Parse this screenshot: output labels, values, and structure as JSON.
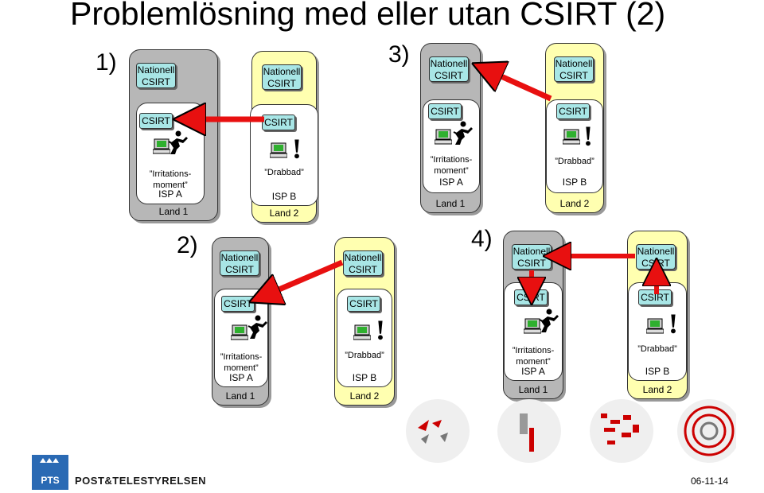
{
  "title": "Problemlösning med eller utan CSIRT (2)",
  "colors": {
    "land_gray": "#b7b7b7",
    "land_yellow": "#ffffb0",
    "csirt_box": "#a8e6e6",
    "arrow": "#e81010"
  },
  "scenarios": [
    {
      "number": "1)",
      "land1": {
        "national": "Nationell\nCSIRT",
        "csirt": "CSIRT",
        "desc": "”Irritations-\nmoment”",
        "isp": "ISP A",
        "land": "Land 1"
      },
      "land2": {
        "national": "Nationell\nCSIRT",
        "csirt": "CSIRT",
        "desc": "”Drabbad”",
        "isp": "ISP B",
        "land": "Land 2"
      }
    },
    {
      "number": "2)",
      "land1": {
        "national": "Nationell\nCSIRT",
        "csirt": "CSIRT",
        "desc": "”Irritations-\nmoment”",
        "isp": "ISP A",
        "land": "Land 1"
      },
      "land2": {
        "national": "Nationell\nCSIRT",
        "csirt": "CSIRT",
        "desc": "”Drabbad”",
        "isp": "ISP B",
        "land": "Land 2"
      }
    },
    {
      "number": "3)",
      "land1": {
        "national": "Nationell\nCSIRT",
        "csirt": "CSIRT",
        "desc": "”Irritations-\nmoment”",
        "isp": "ISP A",
        "land": "Land 1"
      },
      "land2": {
        "national": "Nationell\nCSIRT",
        "csirt": "CSIRT",
        "desc": "”Drabbad”",
        "isp": "ISP B",
        "land": "Land 2"
      }
    },
    {
      "number": "4)",
      "land1": {
        "national": "Nationell\nCSIRT",
        "csirt": "CSIRT",
        "desc": "”Irritations-\nmoment”",
        "isp": "ISP A",
        "land": "Land 1"
      },
      "land2": {
        "national": "Nationell\nCSIRT",
        "csirt": "CSIRT",
        "desc": "”Drabbad”",
        "isp": "ISP B",
        "land": "Land 2"
      }
    }
  ],
  "footer": {
    "org": "POST&TELESTYRELSEN",
    "logo": "PTS",
    "date": "06-11-14"
  }
}
